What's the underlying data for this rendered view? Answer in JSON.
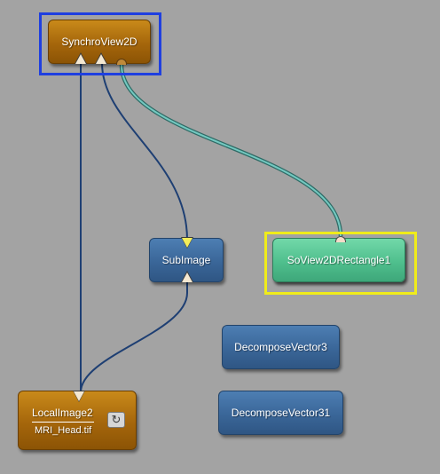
{
  "modules": {
    "synchroview2d": {
      "label": "SynchroView2D"
    },
    "subimage": {
      "label": "SubImage"
    },
    "soview2drectangle": {
      "label": "SoView2DRectangle1"
    },
    "decomposevector3": {
      "label": "DecomposeVector3"
    },
    "decomposevector31": {
      "label": "DecomposeVector31"
    },
    "localimage2": {
      "label": "LocalImage2",
      "filename": "MRI_Head.tif",
      "reload_icon": "reload-icon"
    }
  },
  "colors": {
    "canvas_background": "#a3a3a3",
    "module_orange": "#a5660b",
    "module_blue": "#3a6698",
    "module_green": "#4fbf8d",
    "image_connection": "#1e3f73",
    "inventor_connection": "#5fb8b0",
    "selection_blue": "#1f3fe0",
    "selection_yellow": "#f0ec1a"
  }
}
